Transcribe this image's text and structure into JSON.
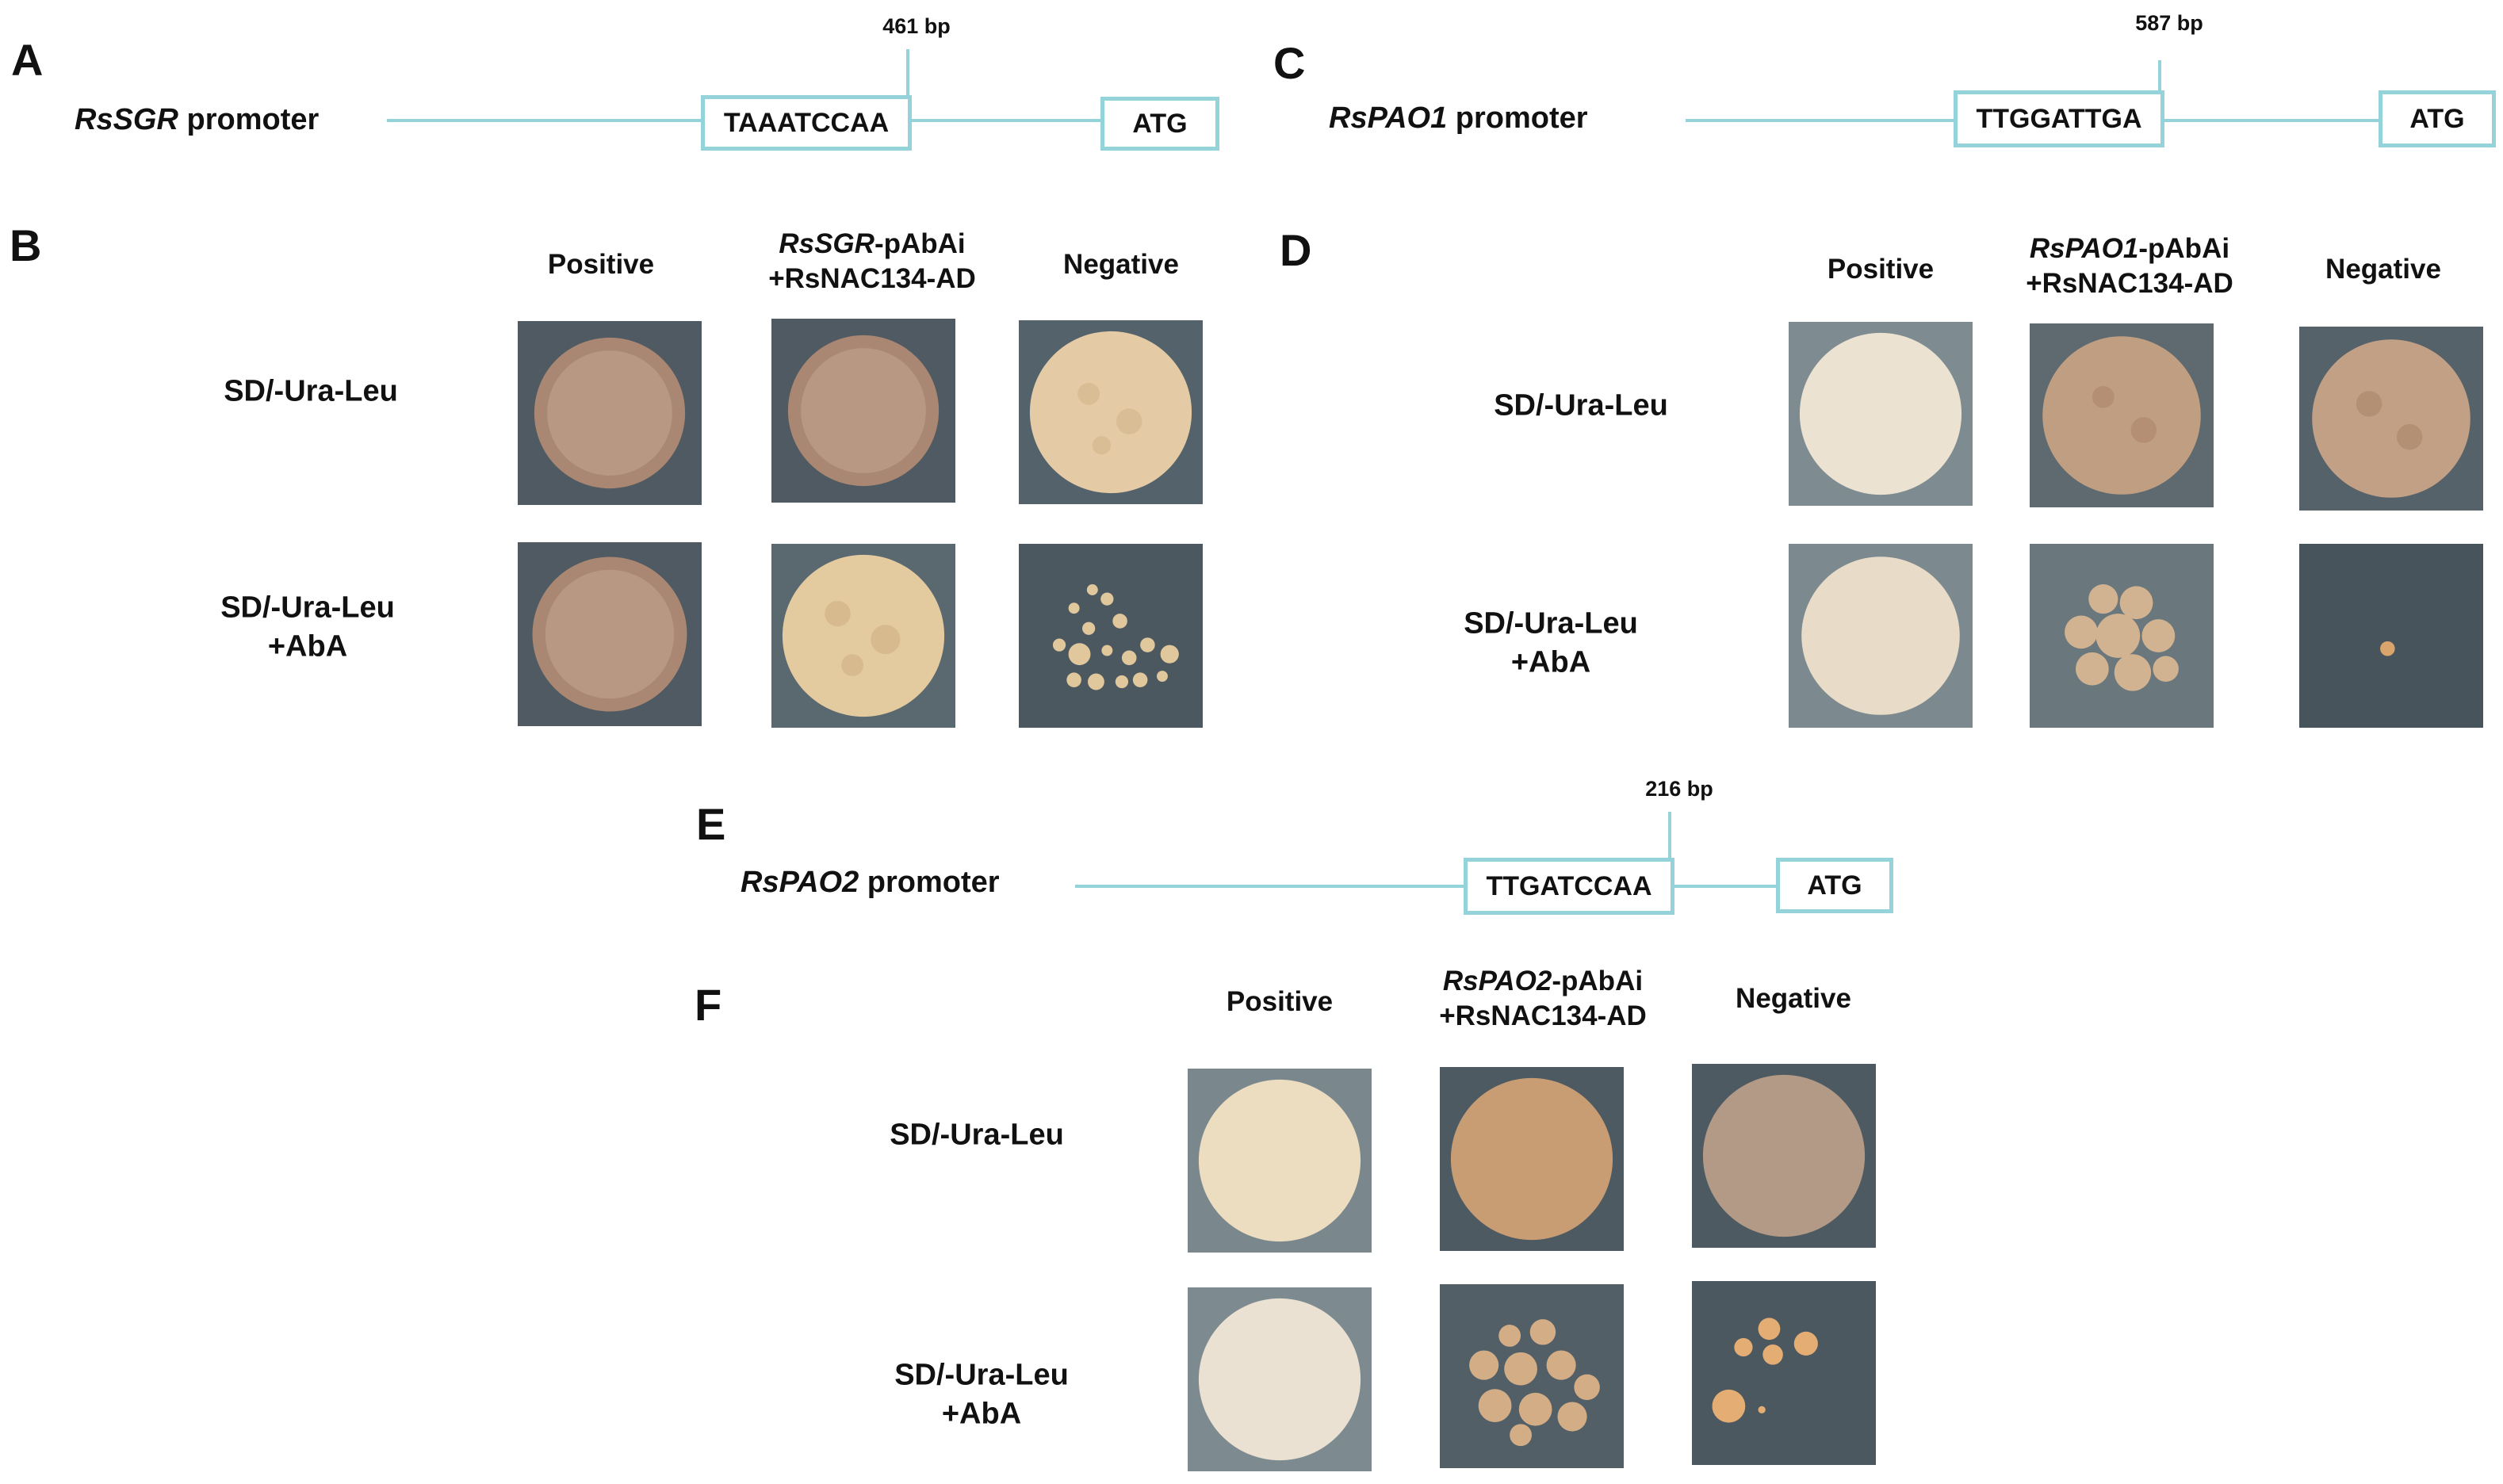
{
  "panels": {
    "A": {
      "letter": "A",
      "gene": "RsSGR",
      "suffix": " promoter",
      "bp": "461 bp",
      "element": "TAAATCCAA",
      "atg": "ATG"
    },
    "C": {
      "letter": "C",
      "gene": "RsPAO1",
      "suffix": " promoter",
      "bp": "587 bp",
      "element": "TTGGATTGA",
      "atg": "ATG"
    },
    "E": {
      "letter": "E",
      "gene": "RsPAO2",
      "suffix": " promoter",
      "bp": "216 bp",
      "element": "TTGATCCAA",
      "atg": "ATG"
    }
  },
  "assays": {
    "B": {
      "letter": "B",
      "positive": "Positive",
      "bait_gene": "RsSGR",
      "bait_suffix": "-pAbAi",
      "prey": "+RsNAC134-AD",
      "negative": "Negative",
      "row1": "SD/-Ura-Leu",
      "row2a": "SD/-Ura-Leu",
      "row2b": "+AbA"
    },
    "D": {
      "letter": "D",
      "positive": "Positive",
      "bait_gene": "RsPAO1",
      "bait_suffix": "-pAbAi",
      "prey": "+RsNAC134-AD",
      "negative": "Negative",
      "row1": "SD/-Ura-Leu",
      "row2a": "SD/-Ura-Leu",
      "row2b": "+AbA"
    },
    "F": {
      "letter": "F",
      "positive": "Positive",
      "bait_gene": "RsPAO2",
      "bait_suffix": "-pAbAi",
      "prey": "+RsNAC134-AD",
      "negative": "Negative",
      "row1": "SD/-Ura-Leu",
      "row2a": "SD/-Ura-Leu",
      "row2b": "+AbA"
    }
  },
  "colors": {
    "line": "#95d3da",
    "plate_bg": "#4e5a63",
    "colony_dark": "#b08a6e",
    "colony_light": "#e8d9c0"
  }
}
